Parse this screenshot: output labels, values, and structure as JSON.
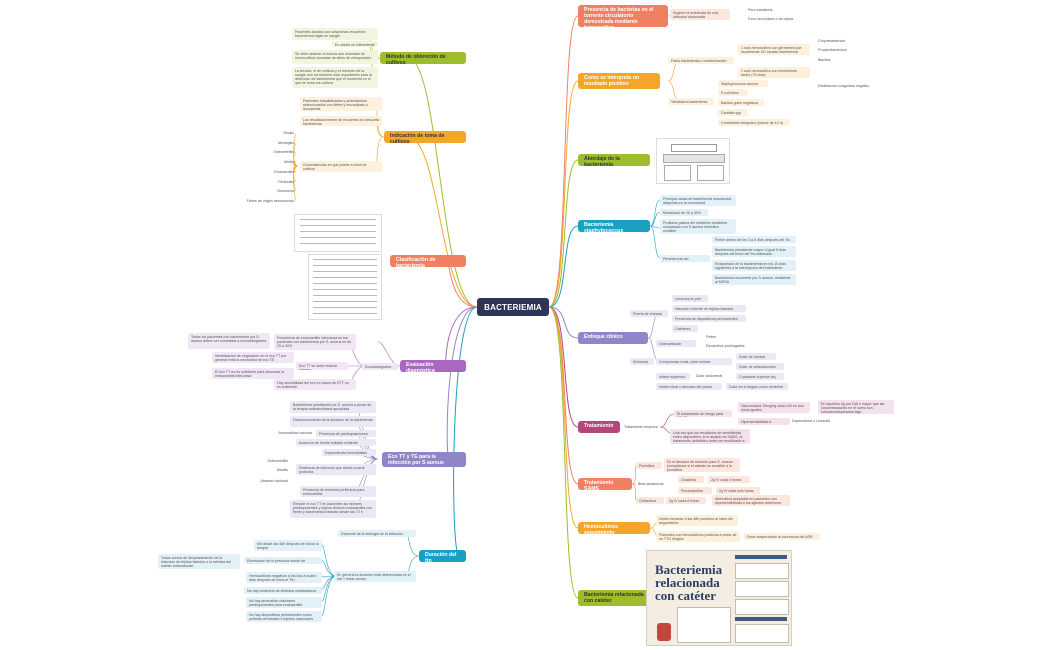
{
  "root": {
    "label": "BACTERIEMIA"
  },
  "colors": {
    "root": "#2e3557",
    "olive": "#9ebd2a",
    "olive_fill": "#f1f5df",
    "orange": "#f4a62a",
    "orange_fill": "#fdf0dc",
    "salmon": "#ef8062",
    "salmon_fill": "#fde6dc",
    "purple": "#a868bf",
    "purple_fill": "#f0e6f5",
    "teal": "#1aa0c0",
    "teal_fill": "#e1f1f7",
    "lavender": "#8f86c9",
    "lavender_fill": "#ebe8f6",
    "magenta": "#b3467a",
    "magenta_fill": "#f5e1ec",
    "blue": "#1698cf",
    "blue_fill": "#ddeef8"
  },
  "left": {
    "metodo": {
      "label": "Método de obtención de cultivos",
      "items": [
        "Pacientes adultos con sospechas recuperan bacteriemia bajas en sangre",
        "En adulto es intermitente",
        "Se debe obtener el menos dos muestras de hemocultivos tomadas de sitios de venopunción",
        "La técnica, el de cultivos y el volumen de la sangre son los factores más importantes para la detección de bacteriemia que el momento en el que se toma los cultivos"
      ]
    },
    "indicacion": {
      "label": "Indicación de toma de cultivos",
      "items": [
        "Pacientes hospitalizados y ambulatorios seleccionados con fiebre y leucocitosis o leucopenia",
        "Los resultados tienen de encuentro no descarta bacteriemia",
        "Circunstancias en que puede a toma de cultivos"
      ],
      "sub": [
        "Sepsis",
        "Meningitis",
        "Osteomielitis",
        "Artritis",
        "Endocarditis",
        "Peritonitis",
        "Neumonía",
        "Fiebre de origen desconocido"
      ]
    },
    "clasificacion": {
      "label": "Clasificación de bacteriemia"
    },
    "evaluacion": {
      "label": "Evaluación diagnóstica",
      "mid": "Ecocardiograma",
      "items": [
        "Frecuencia de endocarditis infecciosa en los pacientes con bacteriemia por S. aureus es de 25 a 30%",
        "Eco TT se debe realizar primero",
        "Hay sensibilidad del eco en casos de ETT no es suficiente"
      ],
      "sub": [
        "Todos los pacientes con bacteriemia por S. aureus deben ser sometidos a ecocardiograma",
        "Identificación de vegetación en el eco TT por general evita la necesidad de eco TE",
        "El eco TT no es suficiente para descartar la endocarditis infecciosa"
      ]
    },
    "eco": {
      "label": "Eco TT y TE para la infección por S aureus",
      "items": [
        "Bacteriemia persistente por S. aureus a pesar de la terapia antimicrobiana apropiada",
        "Desconocimiento de la duración de la bacteriemia",
        "Presencia de predisposiciones",
        "Ausencia de fuente evitable evidente",
        "Dependencia hemodiálisis",
        "Evidencia de infección que afecta a parte profunda",
        "Presencia de émbolos periféricos para endocarditis",
        "Reducir el eco TT en pacientes sin factores predisponentes y signos clínicos endocarditis con fiebre y bacteriemia tratadas desde las 72 h"
      ],
      "sub": [
        "Anormalidad valvular",
        "Osteomielitis",
        "Discitis",
        "Absceso epidural"
      ]
    },
    "duracion": {
      "label": "Duración del tto",
      "items": [
        "Depende de la etiología de la infección",
        "En general la duración está determinada en el día + tratar cursos"
      ],
      "sub": [
        "Mil desde las 48h después de iniciar la terapia",
        "Eliminación de la presunta fuente de infección",
        "Hemocultivos negativos a los dos a cuatro días después de inicio el Tto",
        "No hay evidencia de émbolos metastásicos",
        "No hay anomalías valvulares predisponentes para endocarditis",
        "No hay dispositivos permanentes como prótesis cerebrales o injertos vasculares"
      ],
      "note": "Todos cursos de desplazamiento de la infección de tejidos blandos o la retirada del catéter intravascular"
    }
  },
  "right": {
    "presencia": {
      "label": "Presencia de bacterias en el torrente circulatorio demostrada mediante hemocultivo",
      "items": [
        "Sugiere la existencia de una infección observada",
        "Pero transitoria",
        "Foco secundario o de cepas"
      ]
    },
    "interpreta": {
      "label": "Como se interpreta un resultado positivo",
      "items": [
        "Falsa bacteriemia o contaminación",
        "Verdadera bacteriemia"
      ],
      "falsa": [
        "1 solo hemocultivo con gérmenes que usualmente SO causan bacteriemia",
        "1 solo hemocultivo con crecimiento tardío (+5 días)"
      ],
      "germs": [
        "Corynebacterium",
        "Propionibacterium",
        "Bacillus"
      ],
      "staph": "Estafilococo coagulasa negativo",
      "verdadera": [
        "Staphylococcus aureus",
        "E.coli/otros",
        "Bacilos gram negativos",
        "Candida spp",
        "Crecimiento temprano (menor de 12 h)"
      ]
    },
    "abordaje": {
      "label": "Abordaje de la bacteriemia"
    },
    "staph": {
      "label": "Bacteriemia staphylococcus",
      "items": [
        "Principal causa de bacteriemia nosocomial adquirida en la comunidad",
        "Mortalidad de 20 a 40%",
        "Profilaxis pasiva del meticilino resistente comparado con S aureus meticilino sensible",
        "Persistencia del tratamiento"
      ],
      "sub": [
        "Fiebre dentro de los 3 a 5 días después del Tto",
        "Bacteriemia persistente mayor o igual 5 días después del inicio del Tto adecuado",
        "Reaparición de la bacteriemia en los 10 días siguientes a la interrupción del tratamiento",
        "Bacteriemia recurrente por S aureus, resistente al MRSA"
      ]
    },
    "enfoque": {
      "label": "Enfoque clínico",
      "groups": [
        "Puerta de entrada",
        "Síntomas"
      ],
      "puerta": [
        "Lesiones en piel",
        "Infección reciente de tejidos blandos",
        "Presencia de dispositivos permanentes",
        "Catéteres"
      ],
      "sintomas": [
        "Osteoarticular",
        "Compromiso renal, dolor lumbar",
        "Infarto esplénico",
        "Infarto renal o absceso del psoas"
      ],
      "osteo": [
        "Fiebre",
        "Escalofríos prolongados"
      ],
      "renal": [
        "Dolor de huesos",
        "Dolor de articulaciones"
      ],
      "esplenico": [
        "Dolor abdominal",
        "Cuadrante superior izq."
      ],
      "psoas": "Dolor en el ángulo costo vertebral"
    },
    "tratamiento": {
      "label": "Tratamiento",
      "mid": "Tratamiento empírico",
      "items": [
        "El tratamiento de riesgo para SAMR",
        "Una vez que los resultados de sensibilidad estén disponibles, si el aislado es SAMS, el tratamiento antibiótico debe ser modificado a beta-lactámicos"
      ],
      "sub": [
        "Vancomicina 15mg/kg cada 12h en dos dosis iguales",
        "Hipersensibilidad a vancomicina"
      ],
      "subsub": [
        "En aquellos 3g por DIA o mayor que las concentraciones en el suero son tolerados/esperados bajo",
        "Daptomicina o Linezolid"
      ]
    },
    "sams": {
      "label": "Tratamiento SAMS",
      "items": [
        "Penicilina",
        "Beta-lactamicos",
        "Cefazolina"
      ],
      "pen": "Es el fármaco de elección para S. aureus (compliance si el aislado es sensible a la penicilina",
      "beta": [
        "Oxacilina",
        "Flucloxacilina"
      ],
      "beta_dose": [
        "2g IV cada 4 horas",
        "2g IV cada seis horas"
      ],
      "cefa": "2g IV cada 8 horas",
      "cefa_note": "Alternativa aceptable en pacientes con hipersensibilidad a los agentes anteriores"
    },
    "hemo": {
      "label": "Hemocultivos seguimiento",
      "items": [
        "Deben tomarse a las 48h posterior al inicio del seguimiento",
        "Pacientes con hemocultivos positivos a pesar de un TTO dirigido"
      ],
      "sub": "Debe sospecharse la ocurrencia del ARB"
    },
    "cateter": {
      "label": "Bacteriemia relacionada con catéter",
      "poster_title": "Bacteriemia relacionada con catéter"
    }
  }
}
